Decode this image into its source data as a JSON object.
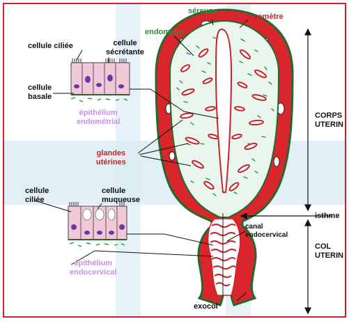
{
  "labels": {
    "sereuse": "séreuse",
    "myometre": "myomètre",
    "endometre": "endomètre",
    "cellule_ciliee_top": "cellule ciliée",
    "cellule_secretante": "cellule\nsécrétante",
    "cellule_basale": "cellule\nbasale",
    "epithelium_endometrial": "épithélium\nendométrial",
    "glandes_uterines": "glandes\nutérines",
    "corps_uterin": "CORPS\nUTERIN",
    "isthme": "isthme",
    "cellule_ciliee_bottom": "cellule\nciliée",
    "cellule_muqueuse": "cellule\nmuqueuse",
    "canal_endocervical": "canal\nendocervical",
    "col_uterin": "COL\nUTERIN",
    "epithelium_endocervical": "épithélium\nendocervical",
    "exocol": "exocol"
  },
  "colors": {
    "myometrium": "#d9262c",
    "serosa": "#1f6b2b",
    "endometrium_fill": "#e9f6ee",
    "label_red": "#c8232a",
    "label_green": "#2e8b3a",
    "label_violet": "#c98ee8",
    "frame": "#c8232a"
  }
}
